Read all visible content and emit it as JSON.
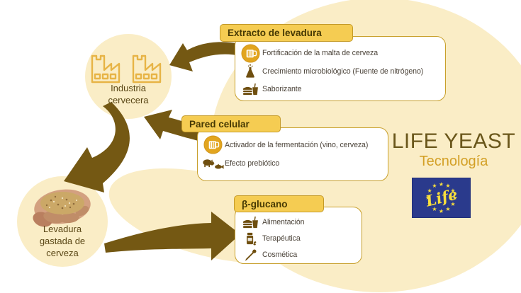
{
  "colors": {
    "cream_background": "#FAEDC6",
    "arrow": "#745813",
    "tab_fill": "#F5CC52",
    "tab_border": "#C49A28",
    "tab_text": "#463903",
    "panel_border": "#C8A02C",
    "item_text": "#4C443A",
    "gold_icon_circle": "#E2A51F",
    "dark_icon": "#6F4F10",
    "factory_gold": "#E7B446",
    "node_text": "#5A4716",
    "brand_title_color": "#6A571B",
    "brand_subtitle_color": "#D3A026",
    "eu_blue": "#2A3A8C",
    "eu_yellow": "#F8DF3C"
  },
  "nodes": {
    "industry": {
      "lines": [
        "Industria",
        "cervecera"
      ]
    },
    "spent_yeast": {
      "lines": [
        "Levadura",
        "gastada de",
        "cerveza"
      ]
    }
  },
  "boxes": [
    {
      "title": "Extracto de levadura",
      "items": [
        {
          "icon": "beer-circle-icon",
          "label": "Fortificación de la malta de cerveza"
        },
        {
          "icon": "flask-icon",
          "label": "Crecimiento microbiológico (Fuente de nitrógeno)"
        },
        {
          "icon": "food-icon",
          "label": "Saborizante"
        }
      ]
    },
    {
      "title": "Pared celular",
      "items": [
        {
          "icon": "beer-circle-icon",
          "label": "Activador de la fermentación (vino, cerveza)"
        },
        {
          "icon": "animals-icon",
          "label": "Efecto prebiótico"
        }
      ]
    },
    {
      "title": "β-glucano",
      "items": [
        {
          "icon": "food-icon",
          "label": "Alimentación"
        },
        {
          "icon": "medicine-icon",
          "label": "Terapéutica"
        },
        {
          "icon": "dropper-icon",
          "label": "Cosmética"
        }
      ]
    }
  ],
  "branding": {
    "title": "LIFE YEAST",
    "subtitle": "Tecnología",
    "eu_logo_text": "Life"
  }
}
